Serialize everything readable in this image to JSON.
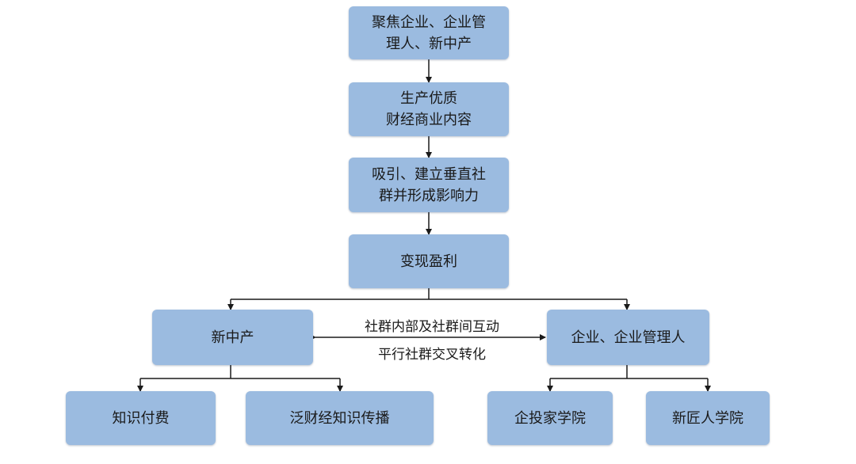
{
  "nodes": {
    "focus": "聚焦企业、企业管\n理人、新中产",
    "produce": "生产优质\n财经商业内容",
    "attract": "吸引、建立垂直社\n群并形成影响力",
    "monetize": "变现盈利",
    "new_middle": "新中产",
    "enterprise": "企业、企业管理人",
    "paid_knowledge": "知识付费",
    "finance_knowledge": "泛财经知识传播",
    "investor_academy": "企投家学院",
    "artisan_academy": "新匠人学院"
  },
  "edge_labels": {
    "interaction": "社群内部及社群间互动",
    "conversion": "平行社群交叉转化"
  },
  "colors": {
    "node_fill": "#9bbbe0",
    "line": "#1a1a1a"
  }
}
